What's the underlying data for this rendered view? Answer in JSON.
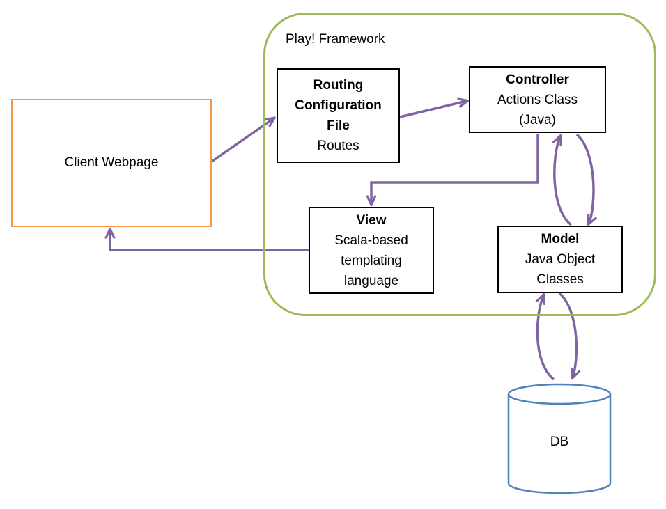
{
  "framework": {
    "label": "Play! Framework"
  },
  "client": {
    "label": "Client Webpage"
  },
  "routing": {
    "title_1": "Routing",
    "title_2": "Configuration",
    "title_3": "File",
    "subtitle": "Routes"
  },
  "controller": {
    "title": "Controller",
    "line_1": "Actions Class",
    "line_2": "(Java)"
  },
  "view": {
    "title": "View",
    "line_1": "Scala-based",
    "line_2": "templating",
    "line_3": "language"
  },
  "model": {
    "title": "Model",
    "line_1": "Java Object",
    "line_2": "Classes"
  },
  "db": {
    "label": "DB"
  },
  "colors": {
    "arrow": "#8064a2",
    "framework_border": "#9bbb59",
    "client_border": "#f79646",
    "db_border": "#4f81bd"
  }
}
